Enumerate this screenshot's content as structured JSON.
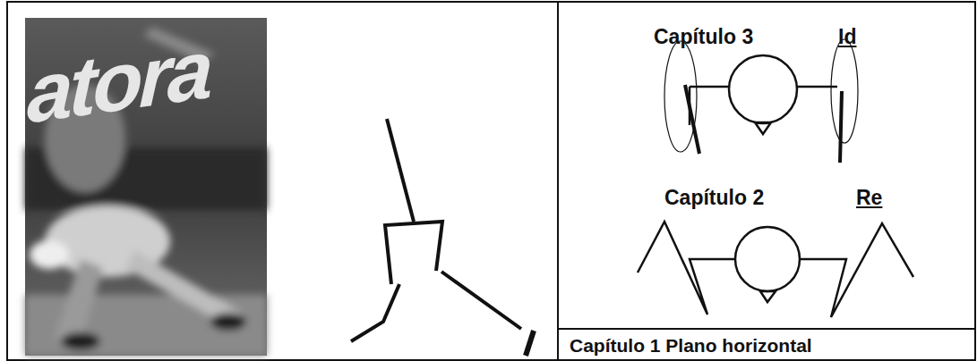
{
  "diagram": {
    "nodes": [
      {
        "text": [
          "Capítulo 1 Plano horizontal"
        ]
      }
    ],
    "labels": [
      "atora",
      "Capítulo 3",
      "Id",
      "Capítulo 2",
      "Re"
    ]
  }
}
